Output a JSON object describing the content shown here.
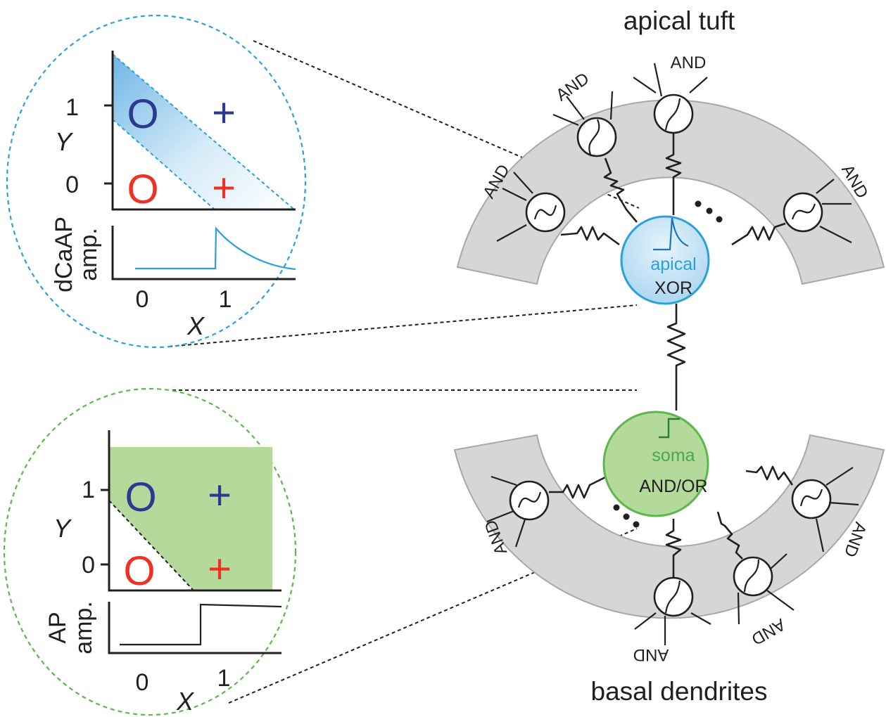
{
  "top_label": "apical tuft",
  "bottom_label": "basal dendrites",
  "apical_node": {
    "label_line1": "apical",
    "label_line2": "XOR"
  },
  "soma_node": {
    "label_line1": "soma",
    "label_line2": "AND/OR"
  },
  "dendrite_unit_label": "AND",
  "ellipsis": "...",
  "apical_plot": {
    "y_axis_label": "Y",
    "y_ticks": [
      "1",
      "0"
    ],
    "markers": {
      "circle": "O",
      "plus": "+"
    },
    "amp_label_line1": "dCaAP",
    "amp_label_line2": "amp.",
    "x_ticks": [
      "0",
      "1"
    ],
    "x_axis_label": "X"
  },
  "soma_plot": {
    "y_axis_label": "Y",
    "y_ticks": [
      "1",
      "0"
    ],
    "markers": {
      "circle": "O",
      "plus": "+"
    },
    "amp_label_line1": "AP",
    "amp_label_line2": "amp.",
    "x_ticks": [
      "0",
      "1"
    ],
    "x_axis_label": "X"
  },
  "colors": {
    "apical_blue": "#2aa2d8",
    "apical_fill": "#bfe0f5",
    "soma_green": "#5cb84a",
    "soma_fill": "#b3d99b",
    "class_blue": "#2b3990",
    "class_red": "#ee3124",
    "band_gray": "#d6d6d7"
  }
}
